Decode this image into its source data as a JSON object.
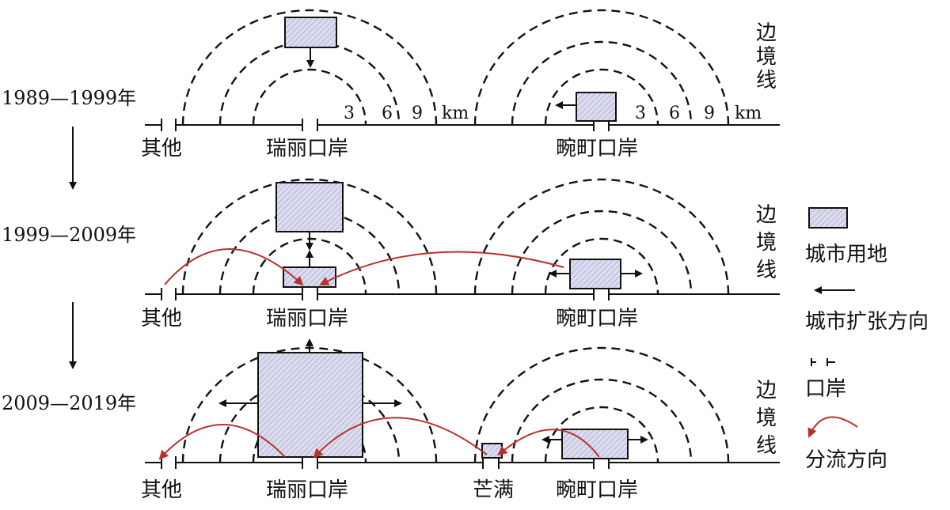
{
  "periods": [
    {
      "year": "1989—1999年",
      "ports": {
        "other": "其他",
        "ruili": "瑞丽口岸",
        "wanding": "畹町口岸"
      },
      "border_label": "边境线",
      "rings_km": [
        "3",
        "6",
        "9",
        "km"
      ],
      "rings_km_right": [
        "3",
        "6",
        "9",
        "km"
      ]
    },
    {
      "year": "1999—2009年",
      "ports": {
        "other": "其他",
        "ruili": "瑞丽口岸",
        "wanding": "畹町口岸"
      },
      "border_label": "边境线"
    },
    {
      "year": "2009—2019年",
      "ports": {
        "other": "其他",
        "ruili": "瑞丽口岸",
        "mangman": "芒满",
        "wanding": "畹町口岸"
      },
      "border_label": "边境线"
    }
  ],
  "legend": {
    "urban_land": "城市用地",
    "expansion": "城市扩张方向",
    "port": "口岸",
    "diversion": "分流方向"
  },
  "colors": {
    "land_fill": "#dcdcf0",
    "hatch": "#9a9ab8",
    "diversion": "#b8322c",
    "line": "#111111"
  }
}
